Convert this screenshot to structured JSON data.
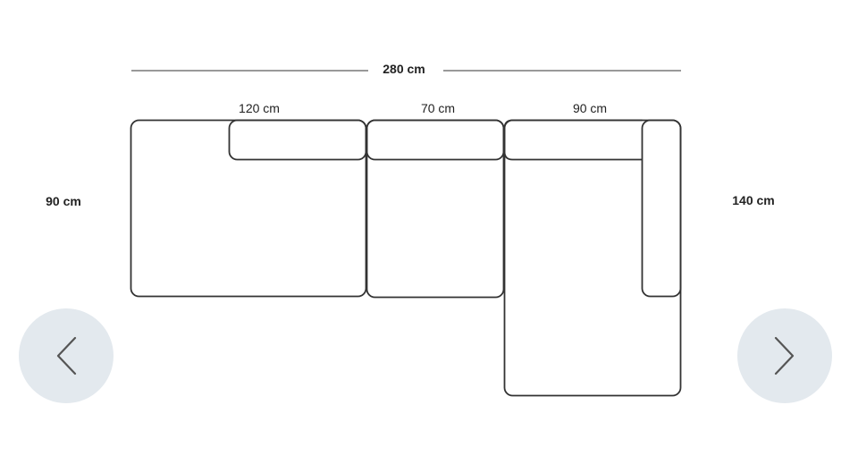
{
  "dimensions": {
    "total_width": "280 cm",
    "segment_1_width": "120 cm",
    "segment_2_width": "70 cm",
    "segment_3_width": "90 cm",
    "depth": "90 cm",
    "chaise_depth": "140 cm"
  },
  "navigation": {
    "prev_icon": "chevron-left-icon",
    "next_icon": "chevron-right-icon"
  },
  "colors": {
    "outline": "#333333",
    "dimension_line": "#999999",
    "nav_button_bg": "#e3e9ee",
    "nav_chevron": "#555555"
  }
}
